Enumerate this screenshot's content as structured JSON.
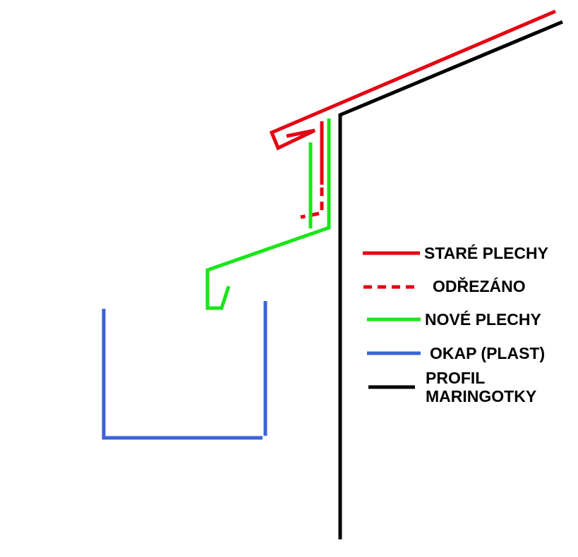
{
  "colors": {
    "red": "#e30613",
    "green": "#19e619",
    "blue": "#3b63d9",
    "black": "#000000",
    "background": "#ffffff"
  },
  "legend": {
    "items": [
      {
        "key": "old-sheets",
        "label": "STARÉ PLECHY",
        "color": "#e30613",
        "line_style": "solid"
      },
      {
        "key": "cut-off",
        "label": "ODŘEZÁNO",
        "color": "#e30613",
        "line_style": "dashed"
      },
      {
        "key": "new-sheets",
        "label": "NOVÉ PLECHY",
        "color": "#19e619",
        "line_style": "solid"
      },
      {
        "key": "gutter",
        "label": "OKAP (PLAST)",
        "color": "#3b63d9",
        "line_style": "solid"
      },
      {
        "key": "trailer-profile",
        "label": "PROFIL MARINGOTKY",
        "color": "#000000",
        "line_style": "solid"
      }
    ]
  }
}
